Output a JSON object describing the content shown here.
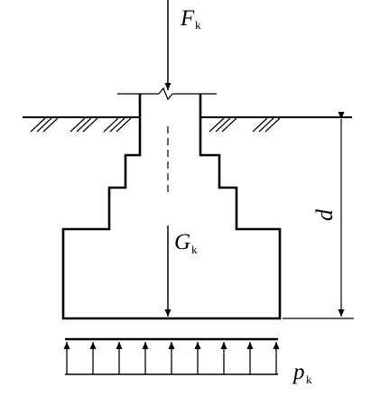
{
  "labels": {
    "load_symbol": "F",
    "load_subscript": "k",
    "weight_symbol": "G",
    "weight_subscript": "k",
    "depth_symbol": "d",
    "pressure_symbol": "p",
    "pressure_subscript": "k"
  },
  "colors": {
    "line": "#000000",
    "background": "#ffffff"
  }
}
